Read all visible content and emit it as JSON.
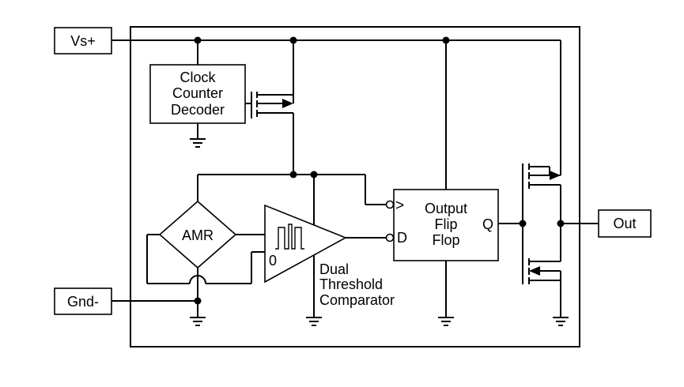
{
  "pins": {
    "vs_plus": "Vs+",
    "gnd_minus": "Gnd-",
    "out": "Out"
  },
  "blocks": {
    "clock_counter_decoder": [
      "Clock",
      "Counter",
      "Decoder"
    ],
    "amr": "AMR",
    "comparator_low_label": "0",
    "comparator_caption": [
      "Dual",
      "Threshold",
      "Comparator"
    ],
    "flip_flop": [
      "Output",
      "Flip",
      "Flop"
    ],
    "flip_flop_clock_pin": ">",
    "flip_flop_d_pin": "D",
    "flip_flop_q_pin": "Q"
  }
}
